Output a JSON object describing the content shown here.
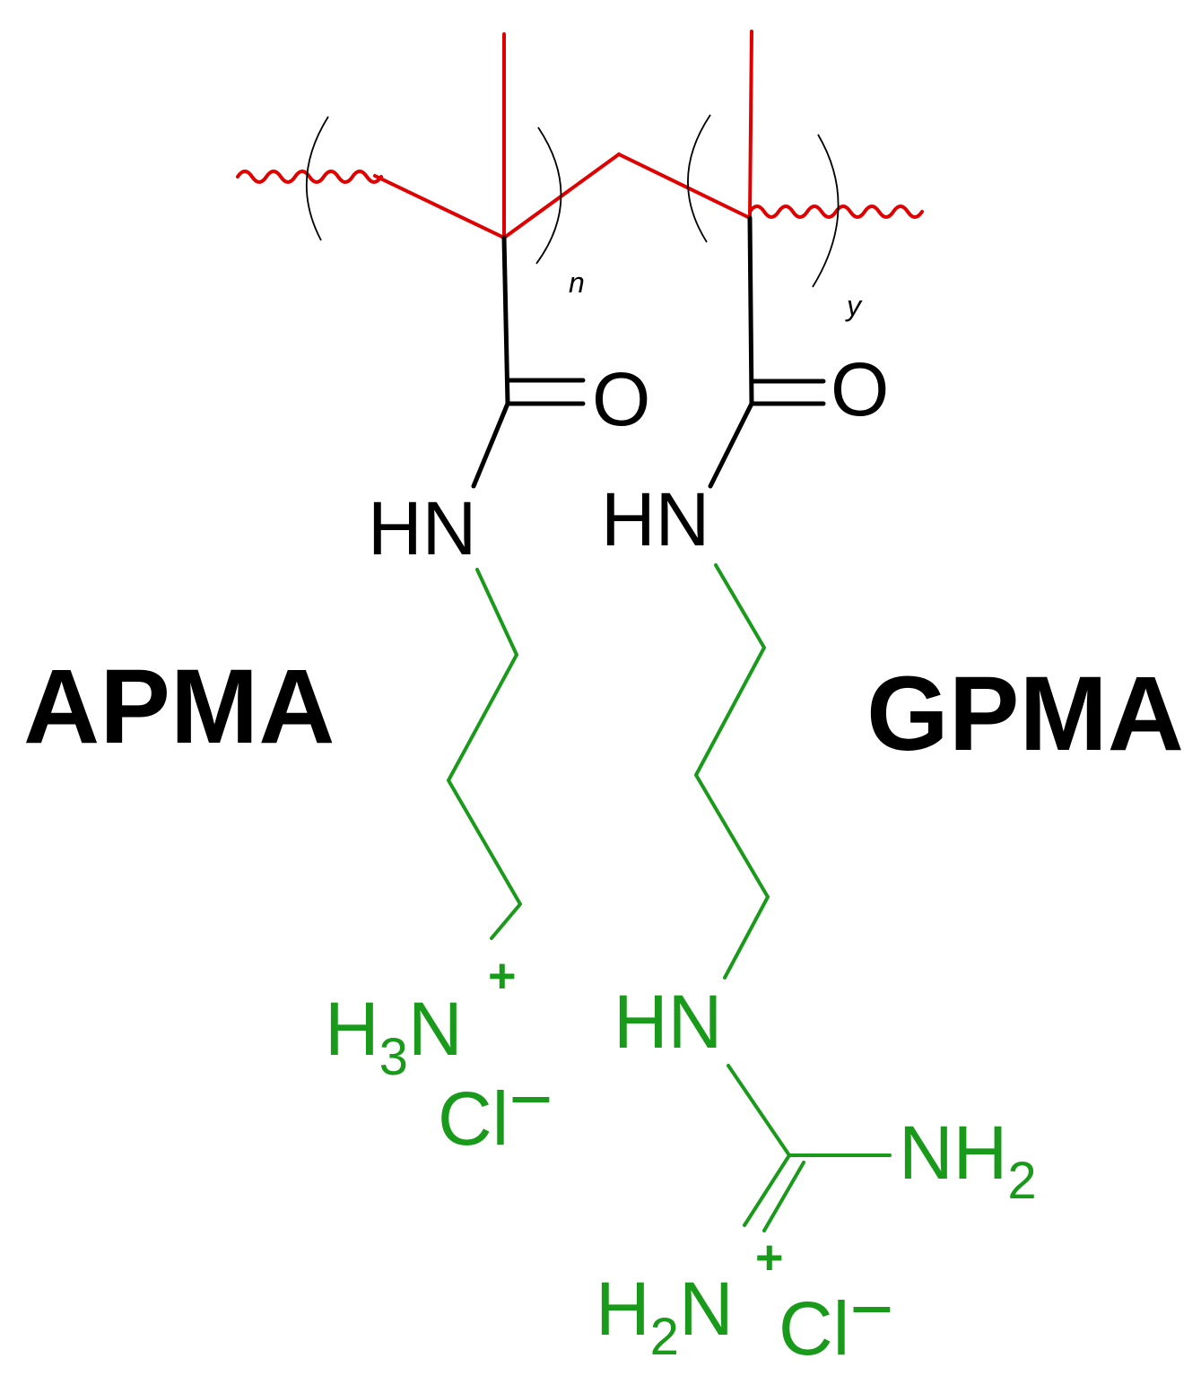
{
  "colors": {
    "backbone": "#e00000",
    "core": "#000000",
    "sidechain": "#1a9a1a"
  },
  "labels": {
    "apma": "APMA",
    "gpma": "GPMA",
    "n": "n",
    "y": "y"
  },
  "apma_unit": {
    "carbonyl_o": "O",
    "amide_hn": "HN",
    "amine_h": "H",
    "amine_sub": "3",
    "amine_n": "N",
    "amine_charge": "+",
    "counterion": "Cl",
    "counterion_charge": "−"
  },
  "gpma_unit": {
    "carbonyl_o": "O",
    "amide_hn": "HN",
    "guan_hn": "HN",
    "nh2_n": "NH",
    "nh2_sub": "2",
    "iminium_h": "H",
    "iminium_sub": "2",
    "iminium_n": "N",
    "iminium_charge": "+",
    "counterion": "Cl",
    "counterion_charge": "−"
  }
}
